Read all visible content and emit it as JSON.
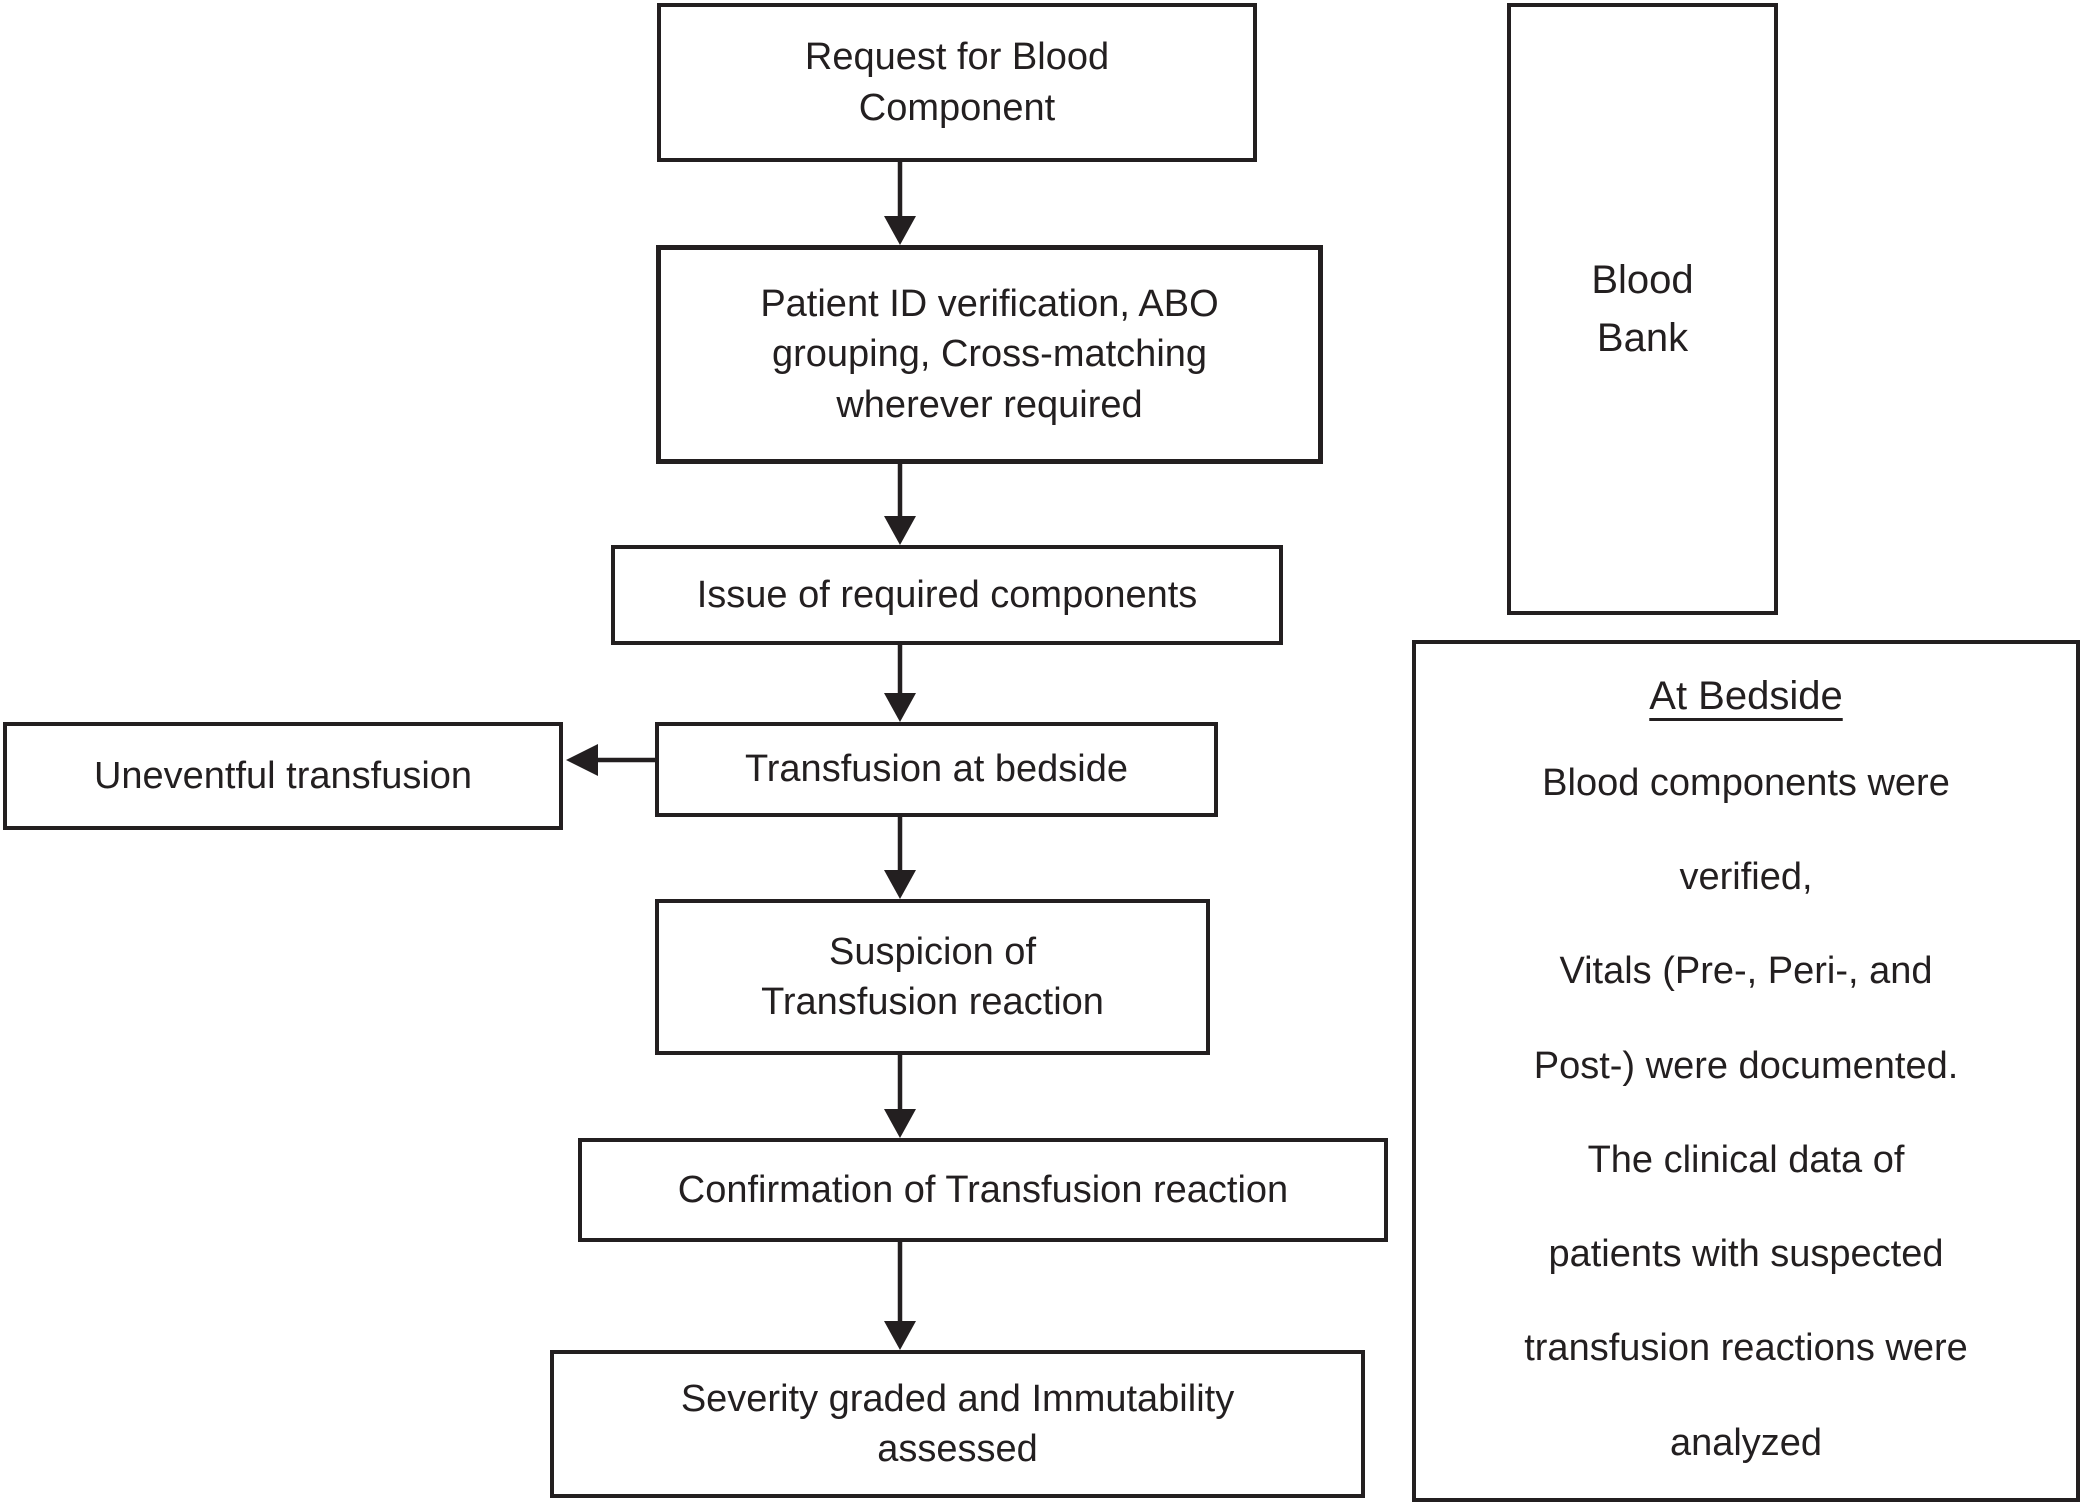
{
  "figure": {
    "background_color": "#ffffff",
    "line_color": "#231f20"
  },
  "flowchart": {
    "nodes": [
      {
        "id": "request",
        "label": "Request for Blood\nComponent"
      },
      {
        "id": "patient_id",
        "label": "Patient ID verification, ABO\ngrouping, Cross-matching\nwherever required"
      },
      {
        "id": "issue",
        "label": "Issue of required components"
      },
      {
        "id": "transfusion",
        "label": "Transfusion at bedside"
      },
      {
        "id": "uneventful",
        "label": "Uneventful transfusion"
      },
      {
        "id": "suspicion",
        "label": "Suspicion of\nTransfusion reaction"
      },
      {
        "id": "confirmation",
        "label": "Confirmation of Transfusion reaction"
      },
      {
        "id": "severity",
        "label": "Severity graded and Immutability\nassessed"
      }
    ],
    "edges": [
      {
        "from": "request",
        "to": "patient_id",
        "direction": "down"
      },
      {
        "from": "patient_id",
        "to": "issue",
        "direction": "down"
      },
      {
        "from": "issue",
        "to": "transfusion",
        "direction": "down"
      },
      {
        "from": "transfusion",
        "to": "uneventful",
        "direction": "left"
      },
      {
        "from": "transfusion",
        "to": "suspicion",
        "direction": "down"
      },
      {
        "from": "suspicion",
        "to": "confirmation",
        "direction": "down"
      },
      {
        "from": "confirmation",
        "to": "severity",
        "direction": "down"
      }
    ]
  },
  "sidebar": {
    "blood_bank_label": "Blood\nBank",
    "at_bedside": {
      "heading": "At Bedside",
      "body": "Blood components were\nverified,\nVitals (Pre-, Peri-, and\nPost-) were documented.\nThe clinical data of\npatients with suspected\ntransfusion reactions were\nanalyzed"
    }
  }
}
